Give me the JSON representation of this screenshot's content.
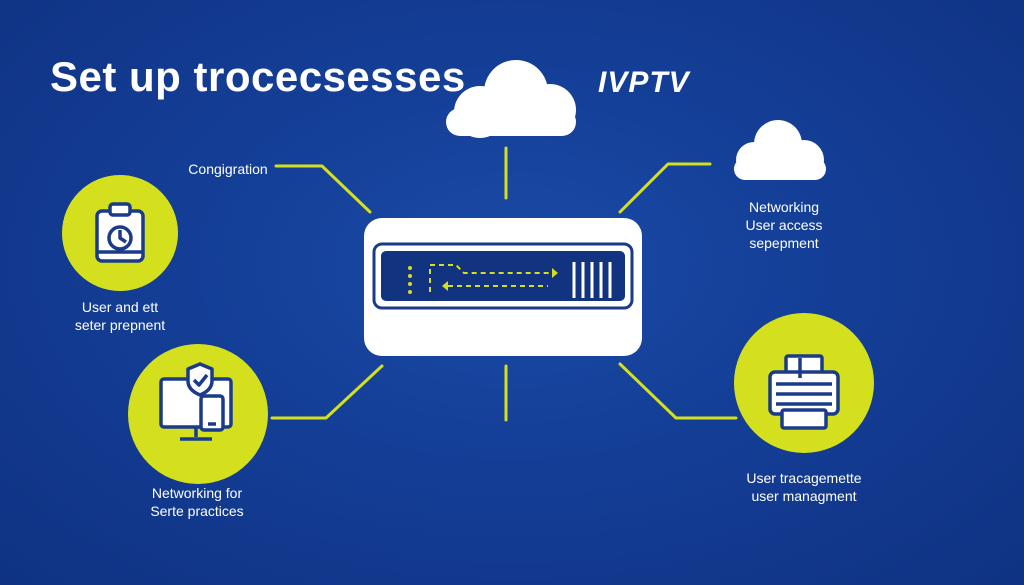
{
  "title": "Set up trocecsesses",
  "brand": "IVPTV",
  "labels": {
    "top_left": "Congigration",
    "left_lines": [
      "User and ett",
      "seter prepnent"
    ],
    "bottom_left_lines": [
      "Networking for",
      "Serte practices"
    ],
    "right_top_lines": [
      "Networking",
      "User access",
      "sepepment"
    ],
    "right_bottom_lines": [
      "User tracagemette",
      "user managment"
    ]
  },
  "colors": {
    "background": "#143e96",
    "accent": "#d4e01e",
    "line": "#d4e01e",
    "white": "#ffffff",
    "icon_stroke": "#1a3a8a"
  },
  "icons": [
    "cloud-icon",
    "clipboard-clock-icon",
    "monitor-shield-icon",
    "printer-icon",
    "server-device-icon"
  ]
}
